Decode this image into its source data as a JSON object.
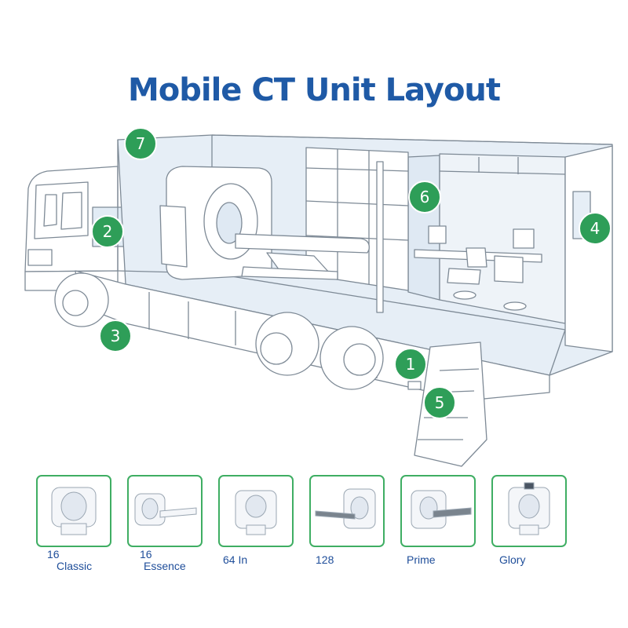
{
  "title": "Mobile CT Unit Layout",
  "accent_color": "#1f5aa6",
  "marker_color": "#2e9e58",
  "markers": [
    "1",
    "2",
    "3",
    "4",
    "5",
    "6",
    "7"
  ],
  "models": [
    {
      "line1": "16",
      "line2": "Classic"
    },
    {
      "line1": "16",
      "line2": "Essence"
    },
    {
      "line1": "64 In",
      "line2": ""
    },
    {
      "line1": "128",
      "line2": ""
    },
    {
      "line1": "Prime",
      "line2": ""
    },
    {
      "line1": "Glory",
      "line2": ""
    }
  ]
}
